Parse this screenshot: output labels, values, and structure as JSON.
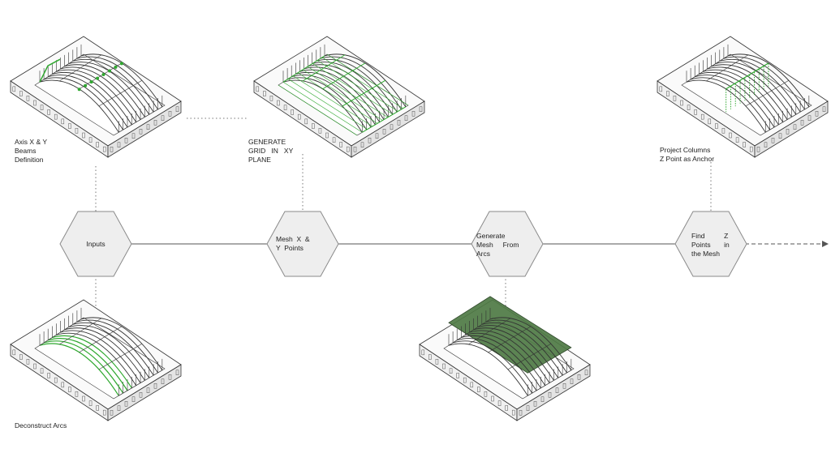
{
  "nodes": [
    {
      "id": "inputs",
      "label": "Inputs"
    },
    {
      "id": "mesh-xy",
      "label": "Mesh  X  &\nY  Points"
    },
    {
      "id": "generate-mesh",
      "label": "Generate\nMesh     From\nArcs"
    },
    {
      "id": "find-z",
      "label": "Find          Z\nPoints       in\nthe Mesh"
    }
  ],
  "captions": {
    "axis_beams": "Axis X & Y\nBeams\nDefinition",
    "generate_grid": "GENERATE\nGRID   IN   XY\nPLANE",
    "project_columns": "Project Columns\nZ Point as Anchor",
    "deconstruct_arcs": "Deconstruct Arcs"
  },
  "colors": {
    "line": "#555555",
    "hex_fill": "#eeeeee",
    "hex_stroke": "#8a8a8a",
    "accent_green": "#2fa82f",
    "mesh_fill": "#4f7a45",
    "building_stroke": "#333333"
  }
}
